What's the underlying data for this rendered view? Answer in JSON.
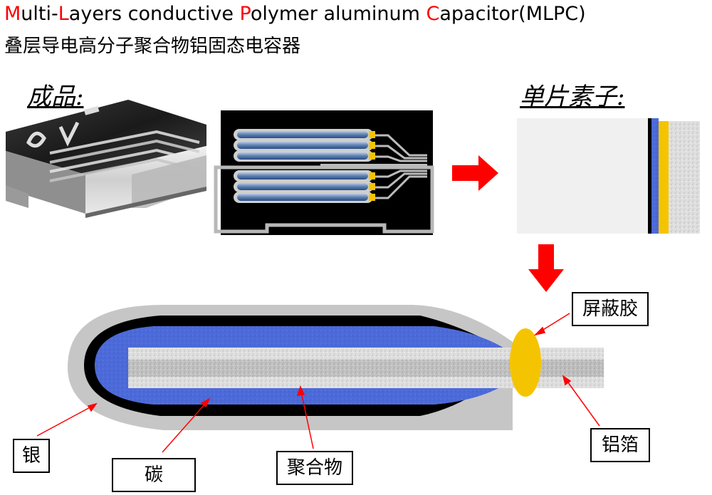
{
  "title": {
    "en_parts": [
      {
        "text": "M",
        "highlight": true
      },
      {
        "text": "ulti-",
        "highlight": false
      },
      {
        "text": "L",
        "highlight": true
      },
      {
        "text": "ayers conductive ",
        "highlight": false
      },
      {
        "text": "P",
        "highlight": true
      },
      {
        "text": "olymer aluminum ",
        "highlight": false
      },
      {
        "text": "C",
        "highlight": true
      },
      {
        "text": "apacitor(MLPC)",
        "highlight": false
      }
    ],
    "cn": "叠层导电高分子聚合物铝固态电容器"
  },
  "sections": {
    "finished": "成品:",
    "single_element": "单片素子:"
  },
  "labels": {
    "shielding_glue": "屏蔽胶",
    "silver": "银",
    "carbon": "碳",
    "polymer": "聚合物",
    "aluminum_foil": "铝箔"
  },
  "colors": {
    "accent_red": "#ff0000",
    "polymer_blue": "#4f6fe0",
    "glue_yellow": "#f5c400",
    "silver_gray": "#c8c8c8",
    "carbon_black": "#000000",
    "foil_gray": "#b9b9b9"
  }
}
